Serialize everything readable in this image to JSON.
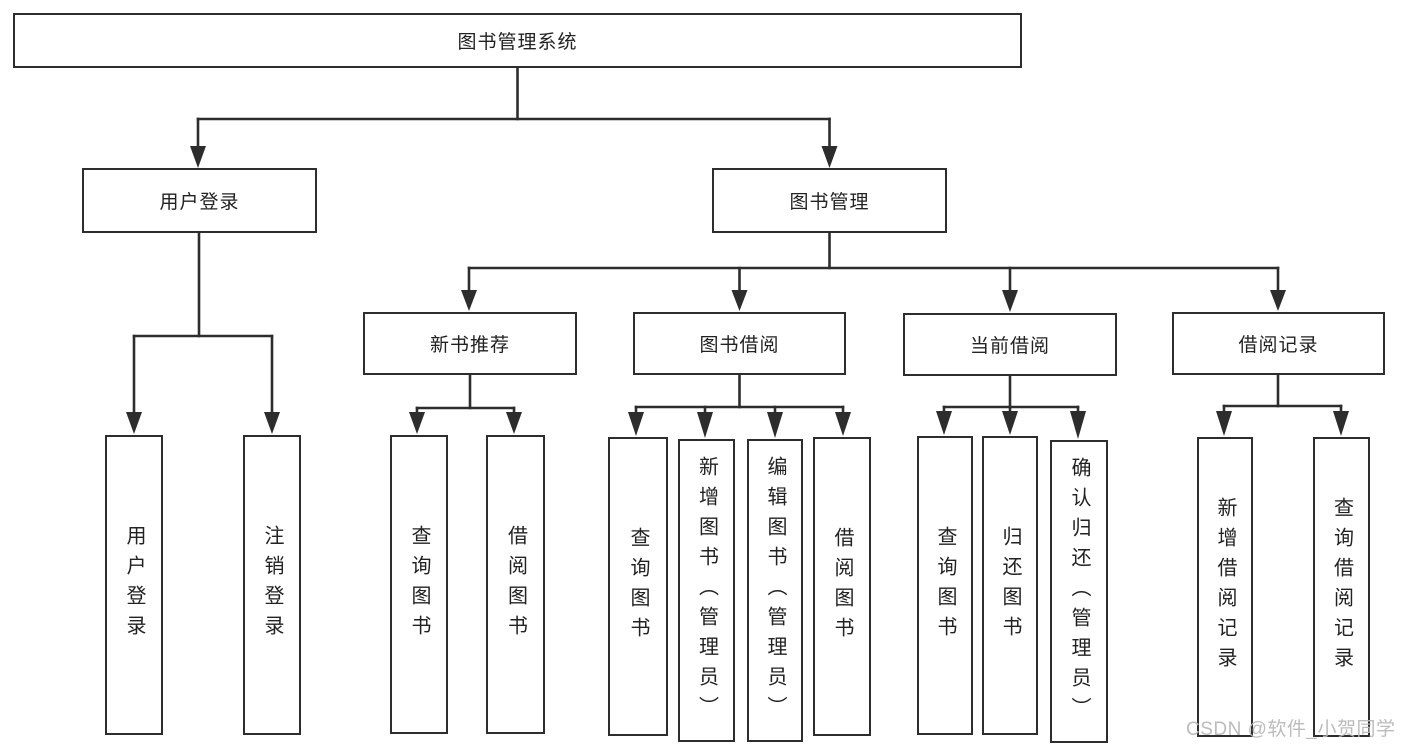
{
  "tree": {
    "label": "图书管理系统",
    "children": [
      {
        "label": "用户登录",
        "children": [
          {
            "label": "用户登录"
          },
          {
            "label": "注销登录"
          }
        ]
      },
      {
        "label": "图书管理",
        "children": [
          {
            "label": "新书推荐",
            "children": [
              {
                "label": "查询图书"
              },
              {
                "label": "借阅图书"
              }
            ]
          },
          {
            "label": "图书借阅",
            "children": [
              {
                "label": "查询图书"
              },
              {
                "label": "新增图书（管理员）"
              },
              {
                "label": "编辑图书（管理员）"
              },
              {
                "label": "借阅图书"
              }
            ]
          },
          {
            "label": "当前借阅",
            "children": [
              {
                "label": "查询图书"
              },
              {
                "label": "归还图书"
              },
              {
                "label": "确认归还（管理员）"
              }
            ]
          },
          {
            "label": "借阅记录",
            "children": [
              {
                "label": "新增借阅记录"
              },
              {
                "label": "查询借阅记录"
              }
            ]
          }
        ]
      }
    ]
  },
  "watermark": "CSDN @软件_小贺同学",
  "colors": {
    "line": "#2d2d2d",
    "box_border": "#2d2d2d",
    "box_fill": "#ffffff",
    "text": "#222222",
    "background": "#ffffff",
    "watermark": "#b9b9b9"
  }
}
